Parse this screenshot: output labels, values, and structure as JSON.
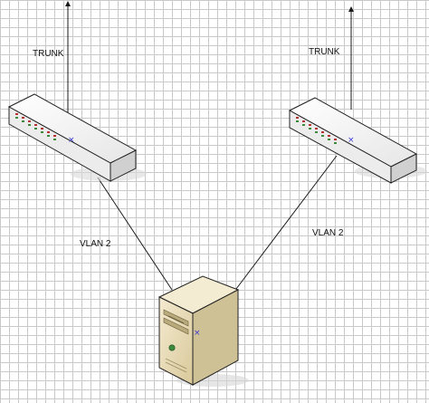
{
  "labels": {
    "trunk_left": "TRUNK",
    "trunk_right": "TRUNK",
    "vlan_left": "VLAN 2",
    "vlan_right": "VLAN 2"
  },
  "colors": {
    "grid": "#c9c9c9",
    "switch_body": "#f1f1f1",
    "switch_top": "#fbfbfb",
    "switch_front": "#e2e2e2",
    "led_green": "#3c8a3c",
    "led_red": "#b33333",
    "server_front": "#e8dcb4",
    "server_side": "#cfc196",
    "server_top": "#f3ecd2",
    "marker": "#3b3bd6",
    "line": "#1a1a1a"
  },
  "icons": {
    "switch_left": "network-switch-icon",
    "switch_right": "network-switch-icon",
    "server": "server-tower-icon"
  }
}
